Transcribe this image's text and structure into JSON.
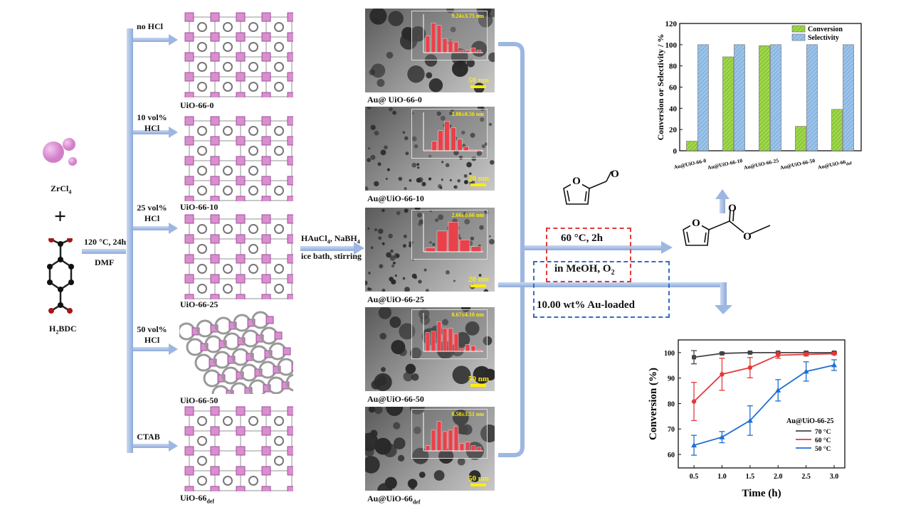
{
  "precursors": {
    "metal": "ZrCl",
    "metal_sub": "4",
    "plus": "+",
    "linker_pre": "H",
    "linker_sub": "2",
    "linker_post": "BDC"
  },
  "synthesis": {
    "condition_top": "120 °C, 24h",
    "condition_bottom": "DMF"
  },
  "branches": [
    {
      "line1": "no HCl",
      "line2": "",
      "product": "UiO-66-0",
      "product_sub": ""
    },
    {
      "line1": "10 vol%",
      "line2": "HCl",
      "product": "UiO-66-10",
      "product_sub": ""
    },
    {
      "line1": "25 vol%",
      "line2": "HCl",
      "product": "UiO-66-25",
      "product_sub": ""
    },
    {
      "line1": "50 vol%",
      "line2": "HCl",
      "product": "UiO-66-50",
      "product_sub": ""
    },
    {
      "line1": "CTAB",
      "line2": "",
      "product": "UiO-66",
      "product_sub": "def"
    }
  ],
  "loading": {
    "line1_pre": "HAuCl",
    "line1_sub": "4",
    "line1_post": ", NaBH",
    "line1_sub2": "4",
    "line2": "ice bath, stirring"
  },
  "tem": [
    {
      "label": "Au@ UiO-66-0",
      "label_sub": "",
      "size": "9.24±3.75 nm",
      "scale": "50 nm",
      "hist": [
        14,
        25,
        23,
        12,
        10,
        9,
        2,
        2,
        4,
        2
      ]
    },
    {
      "label": "Au@UiO-66-10",
      "label_sub": "",
      "size": "2.88±0.56 nm",
      "scale": "20 nm",
      "hist": [
        1,
        9,
        19,
        28,
        22,
        11,
        4,
        1,
        1
      ]
    },
    {
      "label": "Au@UiO-66-25",
      "label_sub": "",
      "size": "2.66±0.66 nm",
      "scale": "20 nm",
      "hist": [
        5,
        28,
        40,
        16,
        7
      ]
    },
    {
      "label": "Au@UiO-66-50",
      "label_sub": "",
      "size": "8.67±4.10 nm",
      "scale": "50 nm",
      "hist": [
        14,
        15,
        22,
        17,
        17,
        13,
        2,
        5,
        4,
        1
      ]
    },
    {
      "label": "Au@UiO-66",
      "label_sub": "def",
      "size": "8.58±3.51 nm",
      "scale": "50 nm",
      "hist": [
        3.5,
        14,
        20,
        13,
        14,
        16.5,
        5,
        6,
        3.5,
        2.5
      ]
    }
  ],
  "reaction": {
    "temp_time": "60 °C, 2h",
    "solvent_pre": "in MeOH, O",
    "solvent_sub": "2",
    "au_loading": "10.00 wt% Au-loaded",
    "reactant_atoms": [
      "O",
      "O"
    ],
    "product_atoms": [
      "O",
      "O",
      "O"
    ]
  },
  "colors": {
    "arrow": "#9db7e2",
    "conversion": "#9fd84a",
    "selectivity": "#9cc4ea",
    "s70": "#444444",
    "s60": "#e23a3a",
    "s50": "#1f6fd1",
    "mof": "#d98ed0"
  },
  "chart_data": [
    {
      "type": "bar",
      "title": "",
      "categories": [
        "Au@UiO-66-0",
        "Au@UiO-66-10",
        "Au@UiO-66-25",
        "Au@UiO-66-50",
        "Au@UiO-66"
      ],
      "category_subs": [
        "",
        "",
        "",
        "",
        "def"
      ],
      "series": [
        {
          "name": "Conversion",
          "values": [
            9,
            88.5,
            99,
            23,
            39
          ]
        },
        {
          "name": "Selectivity",
          "values": [
            100,
            100,
            100,
            100,
            100
          ]
        }
      ],
      "xlabel": "",
      "ylabel": "Conversion or Selectivity / %",
      "ylim": [
        0,
        120
      ],
      "yticks": [
        "0",
        "20",
        "40",
        "60",
        "80",
        "100",
        "120"
      ],
      "legend": "top-right"
    },
    {
      "type": "line",
      "title": "",
      "legend_title": "Au@UiO-66-25",
      "x": [
        0.5,
        1.0,
        1.5,
        2.0,
        2.5,
        3.0
      ],
      "xticks": [
        "0.5",
        "1.0",
        "1.5",
        "2.0",
        "2.5",
        "3.0"
      ],
      "series": [
        {
          "name": "70 °C",
          "values": [
            98.2,
            99.7,
            100,
            100,
            100,
            100
          ],
          "errors": [
            2.6,
            0.3,
            0.2,
            0.2,
            0.3,
            0.3
          ]
        },
        {
          "name": "60 °C",
          "values": [
            80.8,
            91.5,
            94.1,
            99.0,
            99.3,
            99.6
          ],
          "errors": [
            7.5,
            6.3,
            4.0,
            1.2,
            0.6,
            0.4
          ]
        },
        {
          "name": "50 °C",
          "values": [
            63.6,
            66.8,
            73.3,
            85.2,
            92.6,
            95.1
          ],
          "errors": [
            3.9,
            2.2,
            5.8,
            4.2,
            3.8,
            2.1
          ]
        }
      ],
      "xlabel": "Time (h)",
      "ylabel": "Conversion (%)",
      "xlim": [
        0.22,
        3.19
      ],
      "ylim": [
        54.7,
        105
      ],
      "yticks": [
        "60",
        "70",
        "80",
        "90",
        "100"
      ],
      "legend": "center-right"
    }
  ]
}
